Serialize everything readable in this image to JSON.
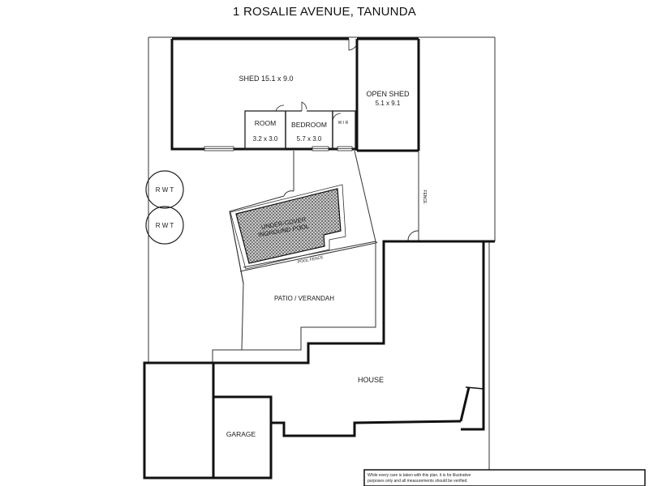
{
  "title": "1 ROSALIE AVENUE, TANUNDA",
  "rooms": {
    "shed": {
      "name": "SHED 15.1 x 9.0"
    },
    "open_shed": {
      "name": "OPEN SHED",
      "size": "5.1 x 9.1"
    },
    "room": {
      "name": "ROOM",
      "size": "3.2 x 3.0"
    },
    "bedroom": {
      "name": "BEDROOM",
      "size": "5.7 x 3.0"
    },
    "wir": {
      "name": "W I R"
    },
    "rwt_1": {
      "name": "R W T"
    },
    "rwt_2": {
      "name": "R W T"
    },
    "pool": {
      "line1": "UNDER-COVER",
      "line2": "INGROUND POOL"
    },
    "pool_fence": {
      "name": "POOL FENCE"
    },
    "fence": {
      "name": "FENCE"
    },
    "patio": {
      "name": "PATIO / VERANDAH"
    },
    "house": {
      "name": "HOUSE"
    },
    "garage": {
      "name": "GARAGE"
    }
  },
  "disclaimer": {
    "line1": "While every care is taken with this plan, it is for illustrative",
    "line2": "purposes only and all measurements should be verified."
  }
}
